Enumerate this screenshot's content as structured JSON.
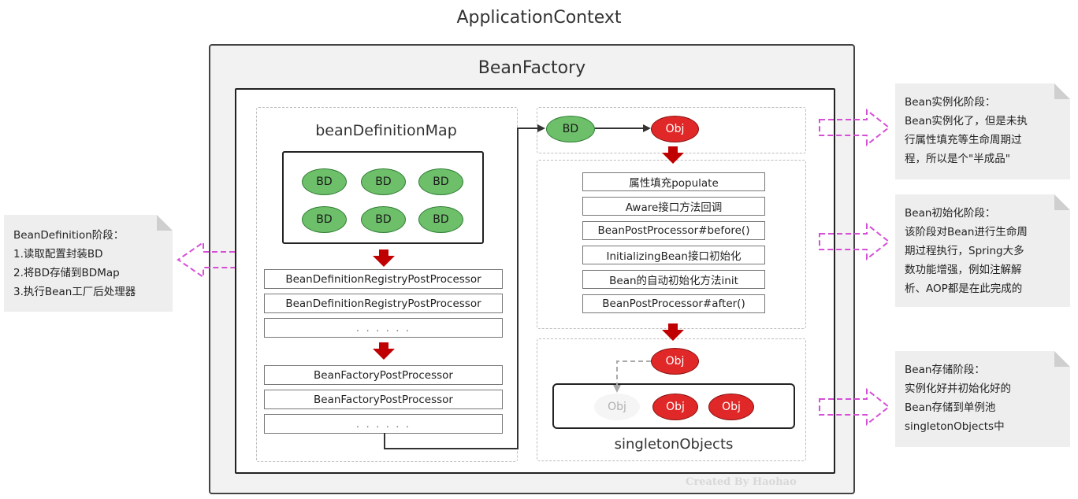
{
  "application_context": {
    "title": "ApplicationContext"
  },
  "bean_factory": {
    "title": "BeanFactory"
  },
  "definition_panel": {
    "title": "beanDefinitionMap",
    "bd_nodes": [
      "BD",
      "BD",
      "BD",
      "BD",
      "BD",
      "BD"
    ],
    "registry_processors": [
      "BeanDefinitionRegistryPostProcessor",
      "BeanDefinitionRegistryPostProcessor",
      ". . .   . . ."
    ],
    "factory_processors": [
      "BeanFactoryPostProcessor",
      "BeanFactoryPostProcessor",
      ". . .   . . ."
    ]
  },
  "instantiation": {
    "bd_label": "BD",
    "obj_label": "Obj"
  },
  "init_steps": [
    "属性填充populate",
    "Aware接口方法回调",
    "BeanPostProcessor#before()",
    "InitializingBean接口初始化",
    "Bean的自动初始化方法init",
    "BeanPostProcessor#after()"
  ],
  "singleton": {
    "obj_label": "Obj",
    "title": "singletonObjects",
    "pool": [
      "Obj",
      "Obj",
      "Obj"
    ]
  },
  "notes": {
    "definition": [
      "BeanDefinition阶段：",
      "1.读取配置封装BD",
      "2.将BD存储到BDMap",
      "3.执行Bean工厂后处理器"
    ],
    "instantiation": [
      "Bean实例化阶段：",
      "Bean实例化了，但是未执",
      "行属性填充等生命周期过",
      "程，所以是个\"半成品\""
    ],
    "initialization": [
      "Bean初始化阶段：",
      "该阶段对Bean进行生命周",
      "期过程执行，Spring大多",
      "数功能增强，例如注解解",
      "析、AOP都是在此完成的"
    ],
    "storage": [
      "Bean存储阶段：",
      "实例化好并初始化好的",
      "Bean存储到单例池",
      "singletonObjects中"
    ]
  },
  "watermark": "Created By Haohao",
  "colors": {
    "green": "#6dbf6a",
    "red": "#e02828",
    "arrow_red": "#c00000",
    "dashed_arrow": "#d64fd6"
  }
}
